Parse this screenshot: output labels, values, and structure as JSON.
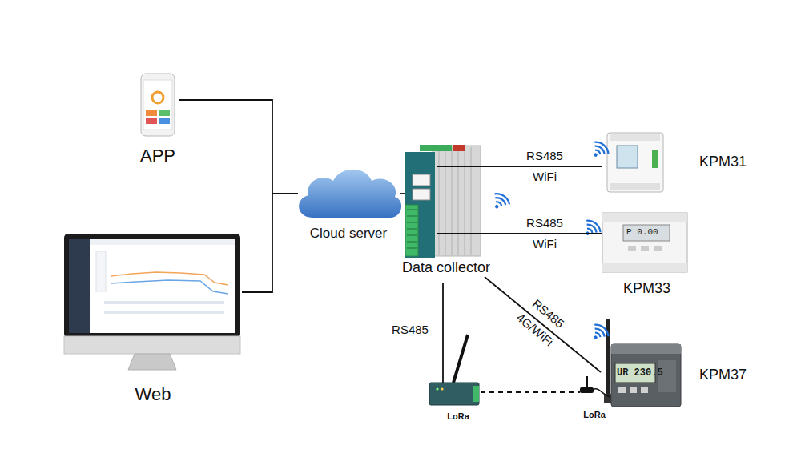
{
  "diagram": {
    "nodes": [
      {
        "text": [
          "APP"
        ]
      },
      {
        "text": [
          "Web"
        ]
      },
      {
        "text": [
          "Cloud server"
        ]
      },
      {
        "text": [
          "Data collector"
        ]
      },
      {
        "text": [
          "KPM31"
        ]
      },
      {
        "text": [
          "KPM33"
        ]
      },
      {
        "text": [
          "KPM37"
        ]
      },
      {
        "text": [
          "LoRa"
        ]
      },
      {
        "text": [
          "LoRa"
        ]
      }
    ],
    "edges": [
      {
        "from": 0,
        "to": 2,
        "arrow": "none"
      },
      {
        "from": 1,
        "to": 2,
        "arrow": "none"
      },
      {
        "from": 2,
        "to": 3,
        "arrow": "none"
      },
      {
        "from": 3,
        "to": 4,
        "label": "RS485 WiFi",
        "arrow": "none"
      },
      {
        "from": 3,
        "to": 5,
        "label": "RS485 WiFi",
        "arrow": "none"
      },
      {
        "from": 3,
        "to": 6,
        "label": "RS485 4G/WiFi",
        "arrow": "none"
      },
      {
        "from": 3,
        "to": 7,
        "label": "RS485",
        "arrow": "none"
      },
      {
        "from": 7,
        "to": 8,
        "arrow": "none"
      }
    ],
    "labels": [
      "P 0.00",
      "UR 230.5"
    ]
  }
}
